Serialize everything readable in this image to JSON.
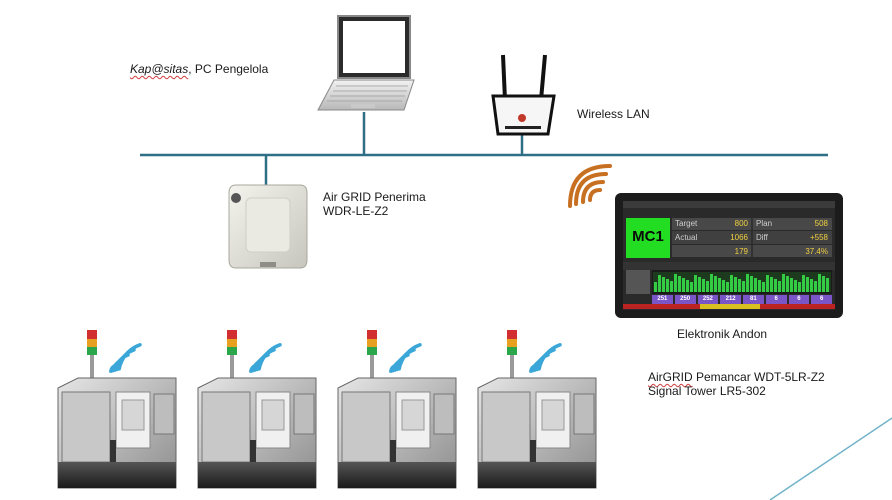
{
  "labels": {
    "pc_brand": "Kap@sitas",
    "pc_rest": ", PC Pengelola",
    "wlan": "Wireless LAN",
    "receiver_line1": "Air GRID Penerima",
    "receiver_line2": "WDR-LE-Z2",
    "andon_caption": "Elektronik Andon",
    "transmitter_brand": "AirGRID",
    "transmitter_rest": " Pemancar WDT-5LR-Z2",
    "signal_tower": "Signal Tower LR5-302"
  },
  "andon": {
    "machine": "MC1",
    "target_label": "Target",
    "target_value": "800",
    "plan_label": "Plan",
    "plan_value": "508",
    "actual_label": "Actual",
    "actual_value": "1066",
    "diff_label": "Diff",
    "diff_value": "+558",
    "row3_value_left": "179",
    "row3_value_right": "37.4%",
    "bar_values": [
      "251",
      "250",
      "252",
      "212",
      "81",
      "6",
      "6",
      "6"
    ],
    "colors": {
      "machine_bg": "#22dd22",
      "panel_bg": "#3a3a3a",
      "value_text": "#f0d040",
      "bar_cell": "#7a55c8",
      "wave_fill": "#33cc44"
    }
  },
  "colors": {
    "network_line": "#2e6f86",
    "wifi_orange": "#c87022",
    "wifi_blue": "#3aa7d8"
  }
}
